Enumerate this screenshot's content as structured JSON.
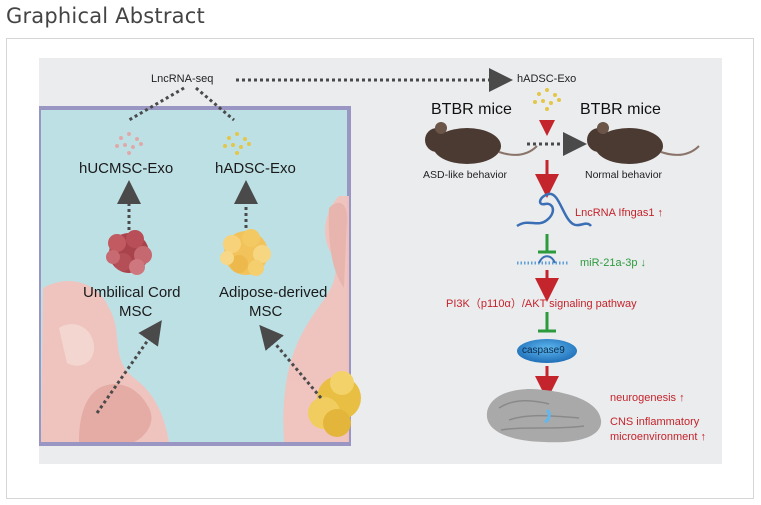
{
  "page": {
    "heading": "Graphical Abstract"
  },
  "figure": {
    "top_label": "LncRNA-seq",
    "exo_target": "hADSC-Exo",
    "left_panel": {
      "ucmsc_exo": "hUCMSC-Exo",
      "adsc_exo": "hADSC-Exo",
      "ucmsc_line1": "Umbilical Cord",
      "ucmsc_line2": "MSC",
      "adsc_line1": "Adipose-derived",
      "adsc_line2": "MSC"
    },
    "right_panel": {
      "mice_left": "BTBR mice",
      "mice_right": "BTBR mice",
      "behavior_left": "ASD-like behavior",
      "behavior_right": "Normal behavior",
      "lncrna": "LncRNA Ifngas1 ↑",
      "mirna": "miR-21a-3p ↓",
      "pathway": "PI3K（p110α）/AKT signaling pathway",
      "caspase": "caspase9",
      "outcome1": "neurogenesis ↑",
      "outcome2_line1": "CNS inflammatory",
      "outcome2_line2": "microenvironment ↑"
    },
    "colors": {
      "activation_red": "#c4242b",
      "inhibition_green": "#2d9a3e",
      "left_panel_bg": "#bde0e5",
      "left_panel_border": "#9a96c3",
      "exosome_yellow": "#e3c64a",
      "exosome_pink": "#e0a9a9"
    }
  }
}
